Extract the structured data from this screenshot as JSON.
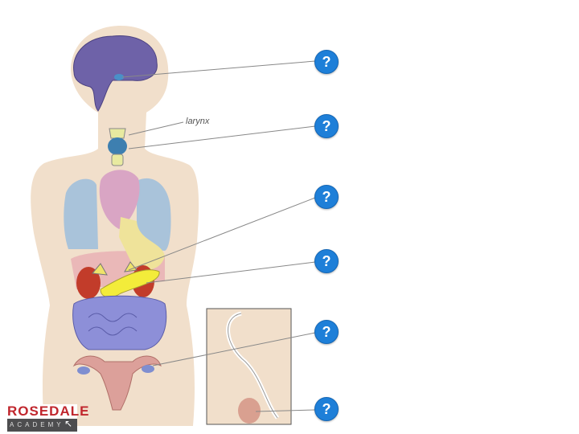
{
  "labels": {
    "larynx": "larynx"
  },
  "buttons": [
    {
      "id": "pituitary",
      "label": "?"
    },
    {
      "id": "thyroid",
      "label": "?"
    },
    {
      "id": "adrenal",
      "label": "?"
    },
    {
      "id": "pancreas",
      "label": "?"
    },
    {
      "id": "ovary",
      "label": "?"
    },
    {
      "id": "testis",
      "label": "?"
    }
  ],
  "logo": {
    "name": "ROSEDALE",
    "sub": "ACADEMY"
  },
  "colors": {
    "button": "#1e7fd8",
    "skin": "#f1dfcb",
    "brain": "#6e62a8"
  }
}
